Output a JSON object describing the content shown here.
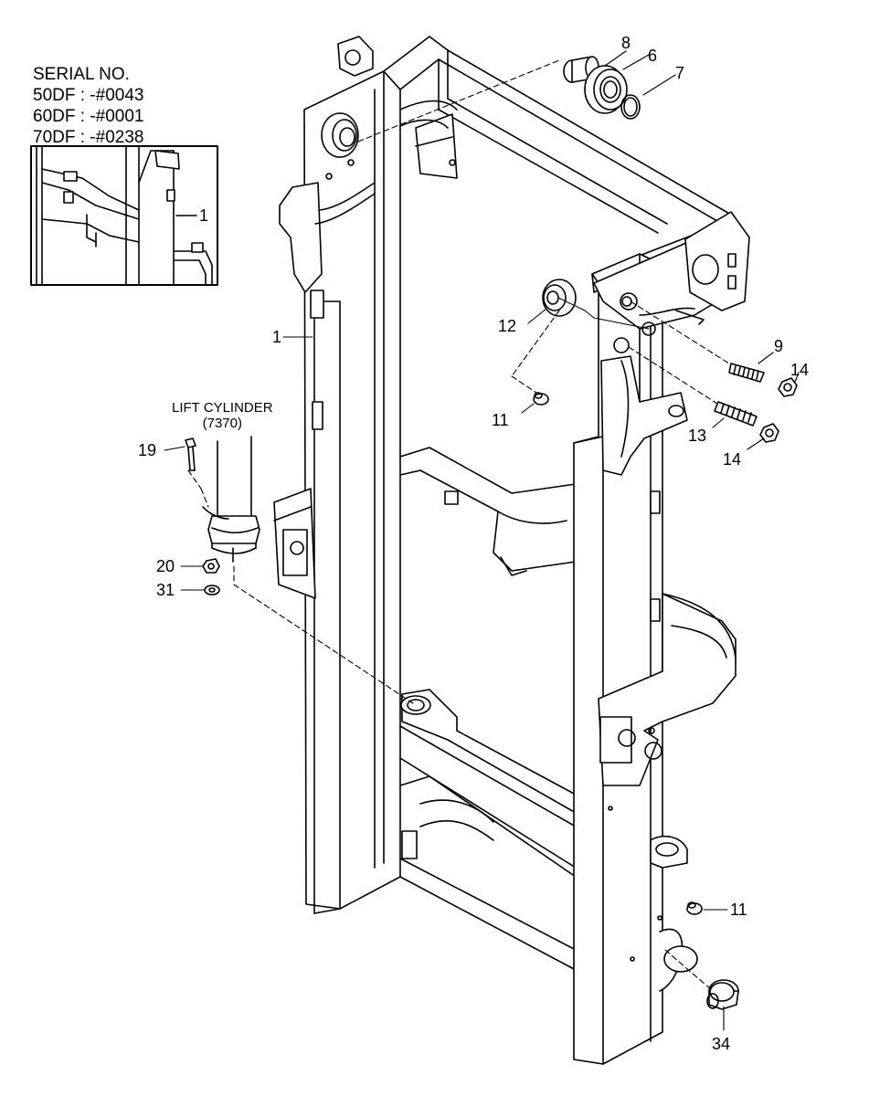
{
  "serial": {
    "heading": "SERIAL NO.",
    "rows": [
      "50DF : -#0043",
      "60DF : -#0001",
      "70DF : -#0238"
    ]
  },
  "inset_callout": "1",
  "lift_cylinder": {
    "line1": "LIFT CYLINDER",
    "line2": "(7370)"
  },
  "callouts": {
    "c1": "1",
    "c6": "6",
    "c7": "7",
    "c8": "8",
    "c9": "9",
    "c11a": "11",
    "c11b": "11",
    "c12": "12",
    "c13": "13",
    "c14a": "14",
    "c14b": "14",
    "c19": "19",
    "c20": "20",
    "c31": "31",
    "c34": "34"
  }
}
